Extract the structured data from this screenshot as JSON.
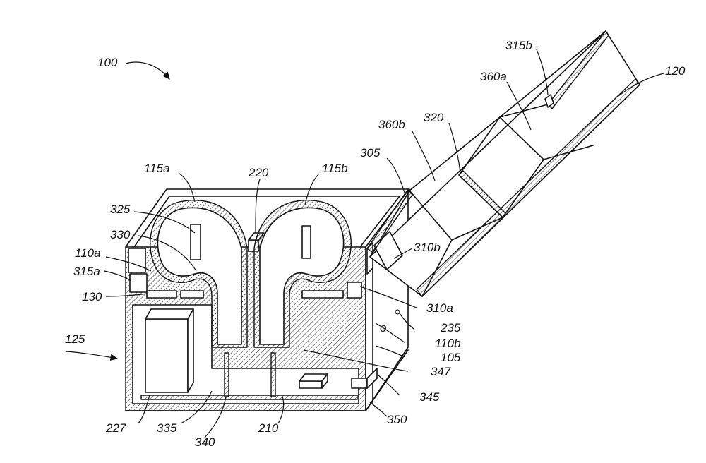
{
  "labels": {
    "l100": "100",
    "l115a": "115a",
    "l220": "220",
    "l115b": "115b",
    "l325": "325",
    "l330": "330",
    "l110a": "110a",
    "l315a": "315a",
    "l130": "130",
    "l125": "125",
    "l227": "227",
    "l335": "335",
    "l340": "340",
    "l210": "210",
    "l350": "350",
    "l345": "345",
    "l347": "347",
    "l105": "105",
    "l110b": "110b",
    "l235": "235",
    "l310a": "310a",
    "l310b": "310b",
    "l305": "305",
    "l360b": "360b",
    "l320": "320",
    "l360a": "360a",
    "l315b": "315b",
    "l120": "120"
  },
  "colors": {
    "line": "#111111",
    "background": "#ffffff"
  }
}
